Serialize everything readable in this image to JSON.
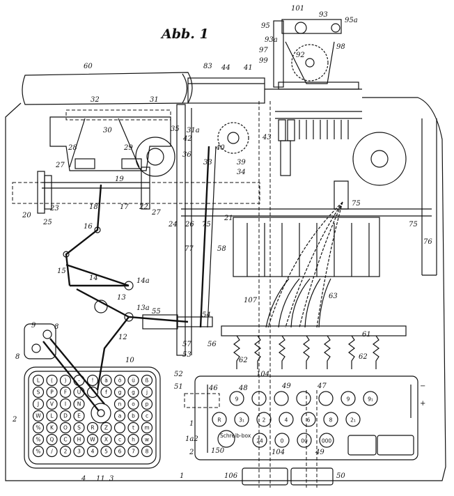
{
  "figure": {
    "title": "Abb. 1",
    "footer_number": "1"
  },
  "labels": {
    "n101": "101",
    "n93": "93",
    "n95": "95",
    "n95a": "95a",
    "n93a": "93a",
    "n97": "97",
    "n92": "92",
    "n98": "98",
    "n99": "99",
    "n60": "60",
    "n83": "83",
    "n44": "44",
    "n41": "41",
    "n32": "32",
    "n31": "31",
    "n30": "30",
    "n35": "35",
    "n31a": "31a",
    "n42": "42",
    "n36": "36",
    "n33": "33",
    "n40": "40",
    "n39": "39",
    "n34": "34",
    "n43": "43",
    "n28": "28",
    "n29": "29",
    "n27a": "27",
    "n19": "19",
    "n27b": "27",
    "n18": "18",
    "n17": "17",
    "n22": "22",
    "n24": "24",
    "n26": "26",
    "n20": "20",
    "n23": "23",
    "n25": "25",
    "n21": "21",
    "n16": "16",
    "n15": "15",
    "n14": "14",
    "n14a": "14a",
    "n13": "13",
    "n13a": "13a",
    "n55": "55",
    "n54": "54",
    "n57": "57",
    "n56": "56",
    "n53": "53",
    "n77": "77",
    "n58": "58",
    "n75a": "75",
    "n75b": "75",
    "n75c": "75",
    "n76": "76",
    "n107": "107",
    "n63": "63",
    "n61": "61",
    "n62a": "62",
    "n62b": "62",
    "n9": "9",
    "n8a": "8",
    "n8b": "8",
    "n12": "12",
    "n10": "10",
    "n52": "52",
    "n51": "51",
    "n46": "46",
    "n48": "48",
    "n104a": "104",
    "n49a": "49",
    "n47": "47",
    "n150": "150",
    "n104b": "104",
    "n49b": "49",
    "n106": "106",
    "n50": "50",
    "n2": "2",
    "n4": "4",
    "n11": "11",
    "n3": "3",
    "scale_1": "1",
    "scale_1a2": "1a2",
    "scale_2": "2",
    "minus": "−",
    "plus": "+"
  },
  "register_keys": {
    "row1": [
      "9",
      "",
      "",
      "",
      "",
      "9",
      "9₁"
    ],
    "row2": [
      "R",
      "3₁",
      "2",
      "4",
      "6",
      "8",
      "2₁"
    ],
    "row3": [
      "24",
      "0",
      "00",
      "000"
    ],
    "schreibbox": "Schreib-box"
  },
  "keyboard_rows": [
    [
      "L",
      "(",
      ")",
      "-",
      "!",
      "ä",
      "ö",
      "ü",
      "ß"
    ],
    [
      "S",
      "P",
      "F",
      "U",
      "",
      "f",
      "g",
      "g",
      "j"
    ],
    [
      "J",
      "V",
      "I",
      "N",
      "A",
      "",
      "n",
      "o",
      "p"
    ],
    [
      "W",
      "L",
      "D",
      "E",
      "T",
      "",
      "a",
      "b",
      "c"
    ],
    [
      "%",
      "K",
      "O",
      "S",
      "R",
      "Z",
      "",
      "t",
      "m"
    ],
    [
      "%",
      "Q",
      "C",
      "H",
      "W",
      "X",
      "c",
      "h",
      "w"
    ],
    [
      "%",
      "/",
      "2",
      "3",
      "4",
      "5",
      "6",
      "7",
      "8"
    ]
  ]
}
